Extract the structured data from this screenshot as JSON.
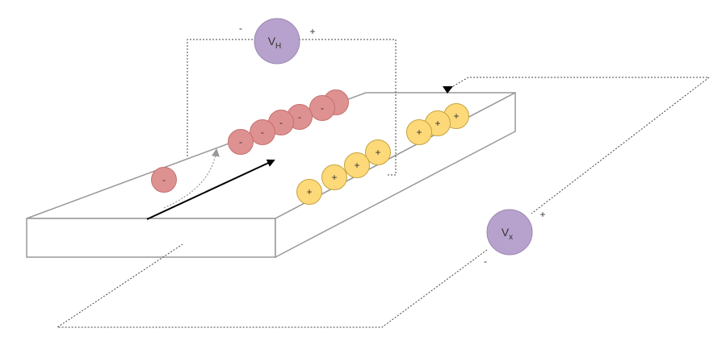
{
  "voltmeter_hall": {
    "symbol": "V",
    "subscript": "H",
    "minus_label": "-",
    "plus_label": "+"
  },
  "voltmeter_x": {
    "symbol": "V",
    "subscript": "x",
    "minus_label": "-",
    "plus_label": "+"
  },
  "electrons": {
    "sign": "-",
    "count": 7
  },
  "holes": {
    "sign": "+",
    "count": 7
  },
  "colors": {
    "electron_fill": "#de9191",
    "electron_stroke": "#c76e6e",
    "hole_fill": "#fdd97a",
    "hole_stroke": "#c4a43e",
    "voltmeter_fill": "#b7a2cd",
    "voltmeter_stroke": "#9a86b0",
    "slab_stroke": "#999999",
    "wire": "#444444"
  }
}
